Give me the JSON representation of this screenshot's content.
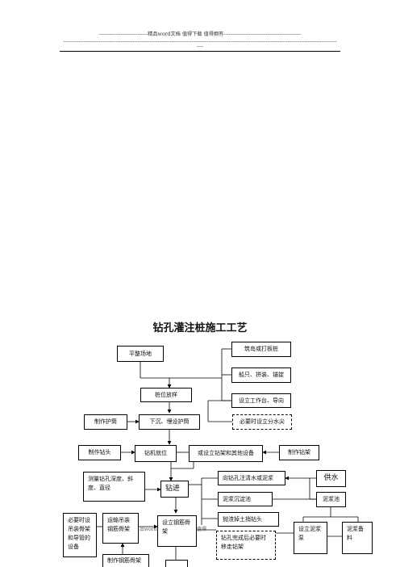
{
  "header": {
    "line1": "-----------------------------精品word文档  值得下载  值得拥有----------------------------------------------",
    "line2": "------------------------------------------------------------------------------------------------------------------------------------------------------------------",
    "line3": "----"
  },
  "title": "钻孔灌注桩施工工艺",
  "nodes": {
    "level_site": "平整场地",
    "island": "筑岛或打板桩",
    "ship": "船只、拼装、锚锭",
    "platform": "设立工作台、导向",
    "pile_layout": "桩位放样",
    "make_casing": "制作护筒",
    "sink_casing": "下沉、埋设护筒",
    "water_head": "必要时设立分水尖",
    "make_bit": "制作钻头",
    "rig_position": "钻机就位",
    "rig_equipment": "或设立钻架和其他设备",
    "make_frame": "制作钻架",
    "measure": "测量钻孔深度、斜度、直径",
    "drilling": "钻进",
    "inject_water": "向钻孔注清水或泥浆",
    "water_supply": "供水",
    "settle_pool": "泥浆沉淀池",
    "mud_pool": "泥浆池",
    "dump_soil": "抛渣掉土捎钻头",
    "cage_guide": "必要时设吊装骨架和导管的设备",
    "transport_cage": "运输吊装钢筋骨架",
    "set_cage": "设立钢筋骨架",
    "move_frame": "钻孔完成后必要时移走钻架",
    "set_mud": "设立泥浆泵",
    "mud_prep": "泥浆备料",
    "make_cage": "制作钢筋骨架",
    "watermark_left": "品word",
    "watermark_right": "值得"
  }
}
